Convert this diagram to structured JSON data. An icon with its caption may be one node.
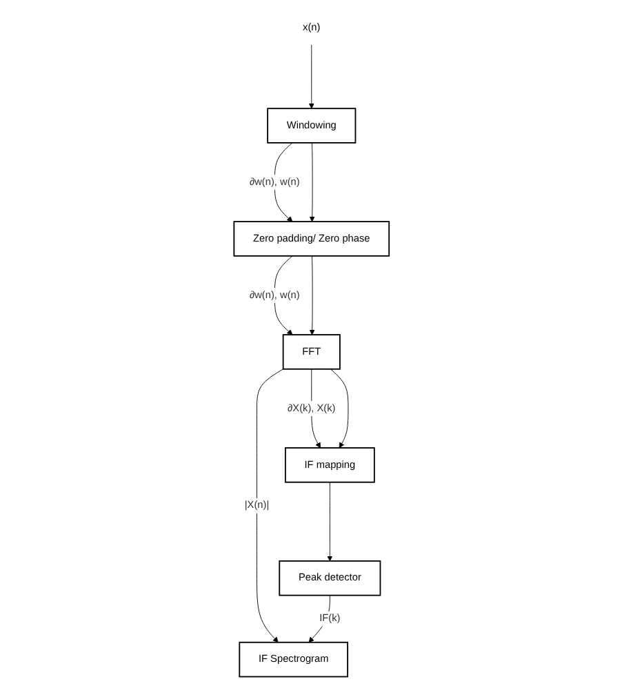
{
  "diagram": {
    "nodes": [
      {
        "text": [
          "x(n)"
        ]
      },
      {
        "text": [
          "Windowing"
        ]
      },
      {
        "text": [
          "Zero padding/ Zero phase"
        ]
      },
      {
        "text": [
          "FFT"
        ]
      },
      {
        "text": [
          "IF mapping"
        ]
      },
      {
        "text": [
          "Peak detector"
        ]
      },
      {
        "text": [
          "IF Spectrogram"
        ]
      }
    ],
    "edges": [
      {
        "from": 0,
        "to": 1,
        "arrow": "to"
      },
      {
        "from": 1,
        "to": 2,
        "arrow": "to",
        "label": "∂w(n), w(n)"
      },
      {
        "from": 1,
        "to": 2,
        "arrow": "to"
      },
      {
        "from": 2,
        "to": 3,
        "arrow": "to",
        "label": "∂w(n), w(n)"
      },
      {
        "from": 2,
        "to": 3,
        "arrow": "to"
      },
      {
        "from": 3,
        "to": 4,
        "arrow": "to",
        "label": "∂X(k), X(k)"
      },
      {
        "from": 3,
        "to": 4,
        "arrow": "to"
      },
      {
        "from": 4,
        "to": 5,
        "arrow": "to"
      },
      {
        "from": 3,
        "to": 6,
        "arrow": "to",
        "label": "|X(n)|"
      },
      {
        "from": 5,
        "to": 6,
        "arrow": "to",
        "label": "IF(k)"
      }
    ]
  }
}
